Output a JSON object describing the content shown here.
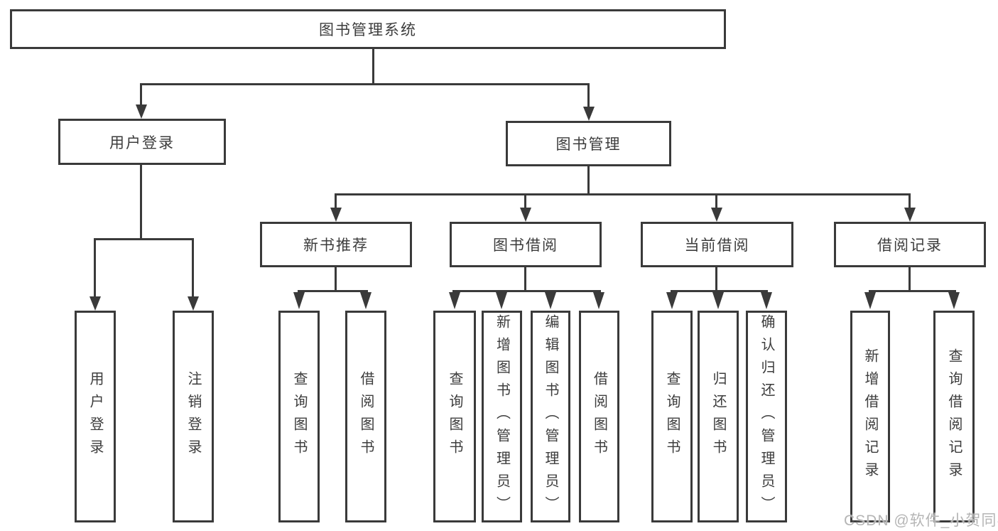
{
  "diagram": {
    "type": "hierarchy-tree",
    "title": "图书管理系统"
  },
  "hierarchy": {
    "root": "图书管理系统",
    "branches": [
      {
        "label": "用户登录",
        "children": [
          "用户登录",
          "注销登录"
        ]
      },
      {
        "label": "图书管理",
        "children": [
          {
            "label": "新书推荐",
            "children": [
              "查询图书",
              "借阅图书"
            ]
          },
          {
            "label": "图书借阅",
            "children": [
              "查询图书",
              "新增图书（管理员）",
              "编辑图书（管理员）",
              "借阅图书"
            ]
          },
          {
            "label": "当前借阅",
            "children": [
              "查询图书",
              "归还图书",
              "确认归还（管理员）"
            ]
          },
          {
            "label": "借阅记录",
            "children": [
              "新增借阅记录",
              "查询借阅记录"
            ]
          }
        ]
      }
    ]
  },
  "watermark": "CSDN @软件_小贺同学",
  "colors": {
    "line": "#3a3a3a",
    "text": "#3c3c3c",
    "watermark": "#b5b5b5",
    "background": "#ffffff"
  }
}
